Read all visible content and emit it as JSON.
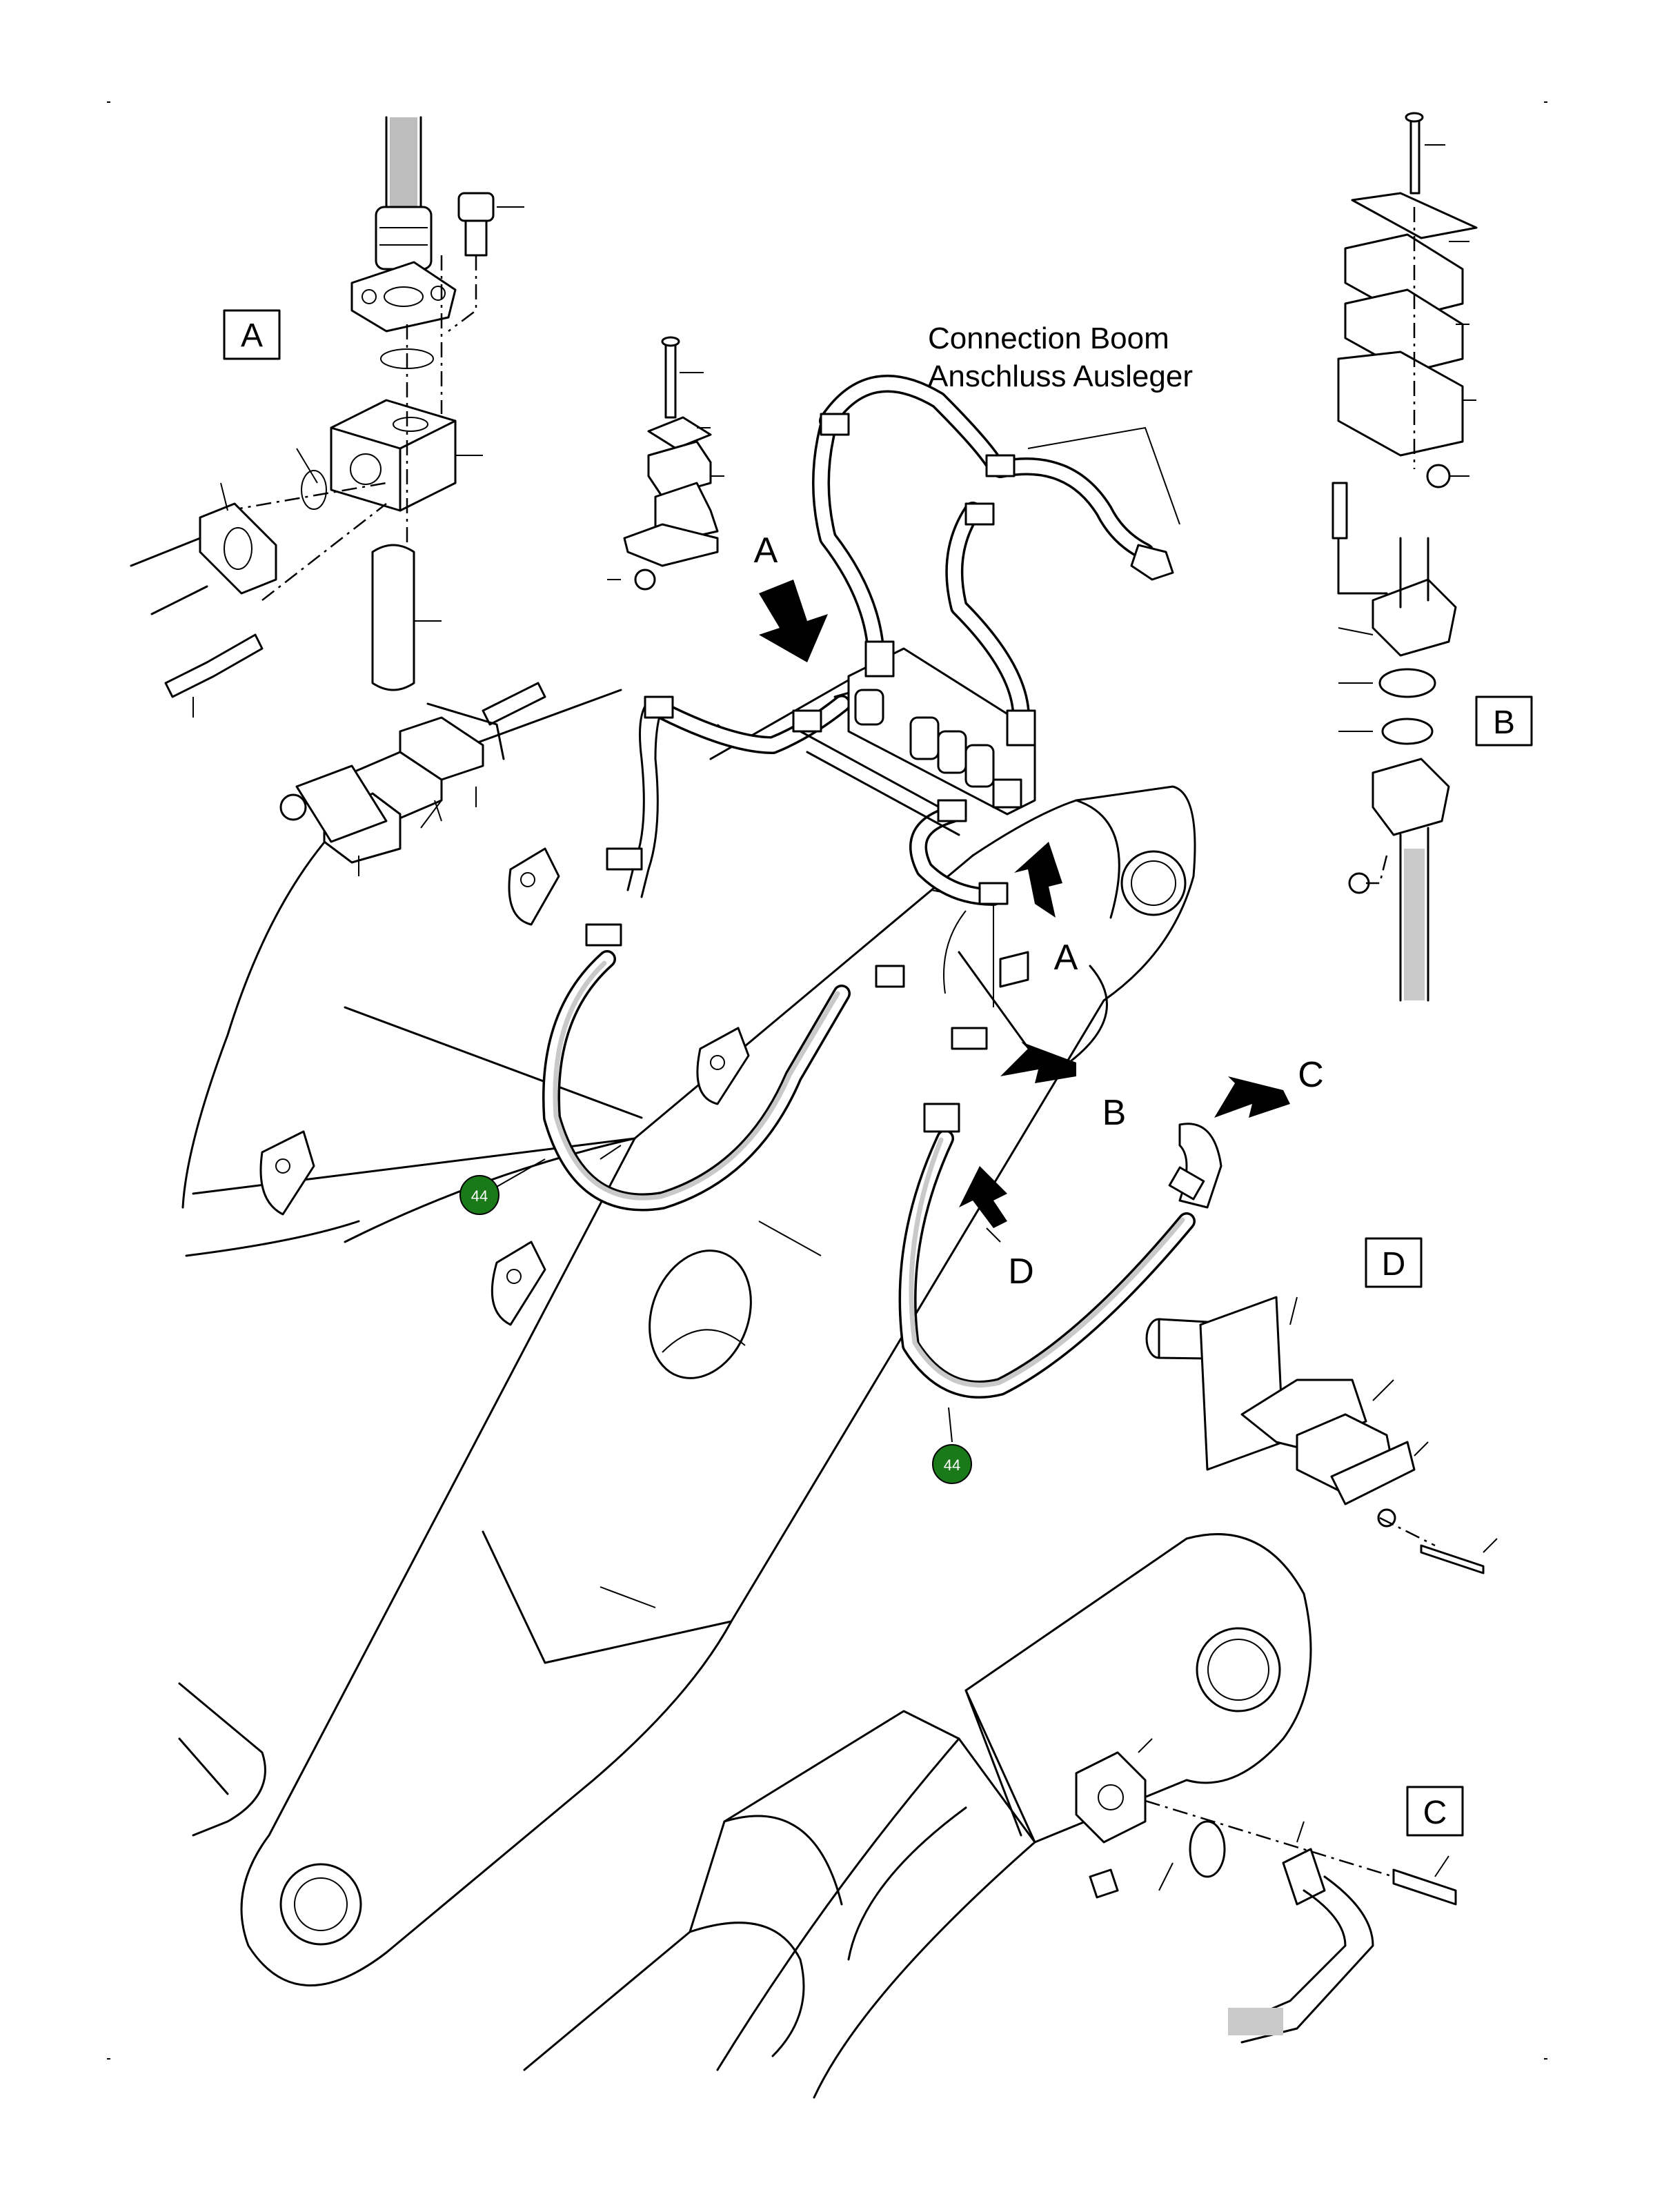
{
  "callouts": {
    "connection_en": "Connection Boom",
    "connection_de": "Anschluss Ausleger"
  },
  "detail_boxes": [
    "A",
    "B",
    "D",
    "C"
  ],
  "arrow_labels": {
    "a_top": "A",
    "a_right": "A",
    "b": "B",
    "c": "C",
    "d": "D"
  },
  "position_badges": [
    "44",
    "44"
  ],
  "colors": {
    "badge_fill": "#1a7a1a",
    "line": "#000000",
    "background": "#ffffff"
  }
}
